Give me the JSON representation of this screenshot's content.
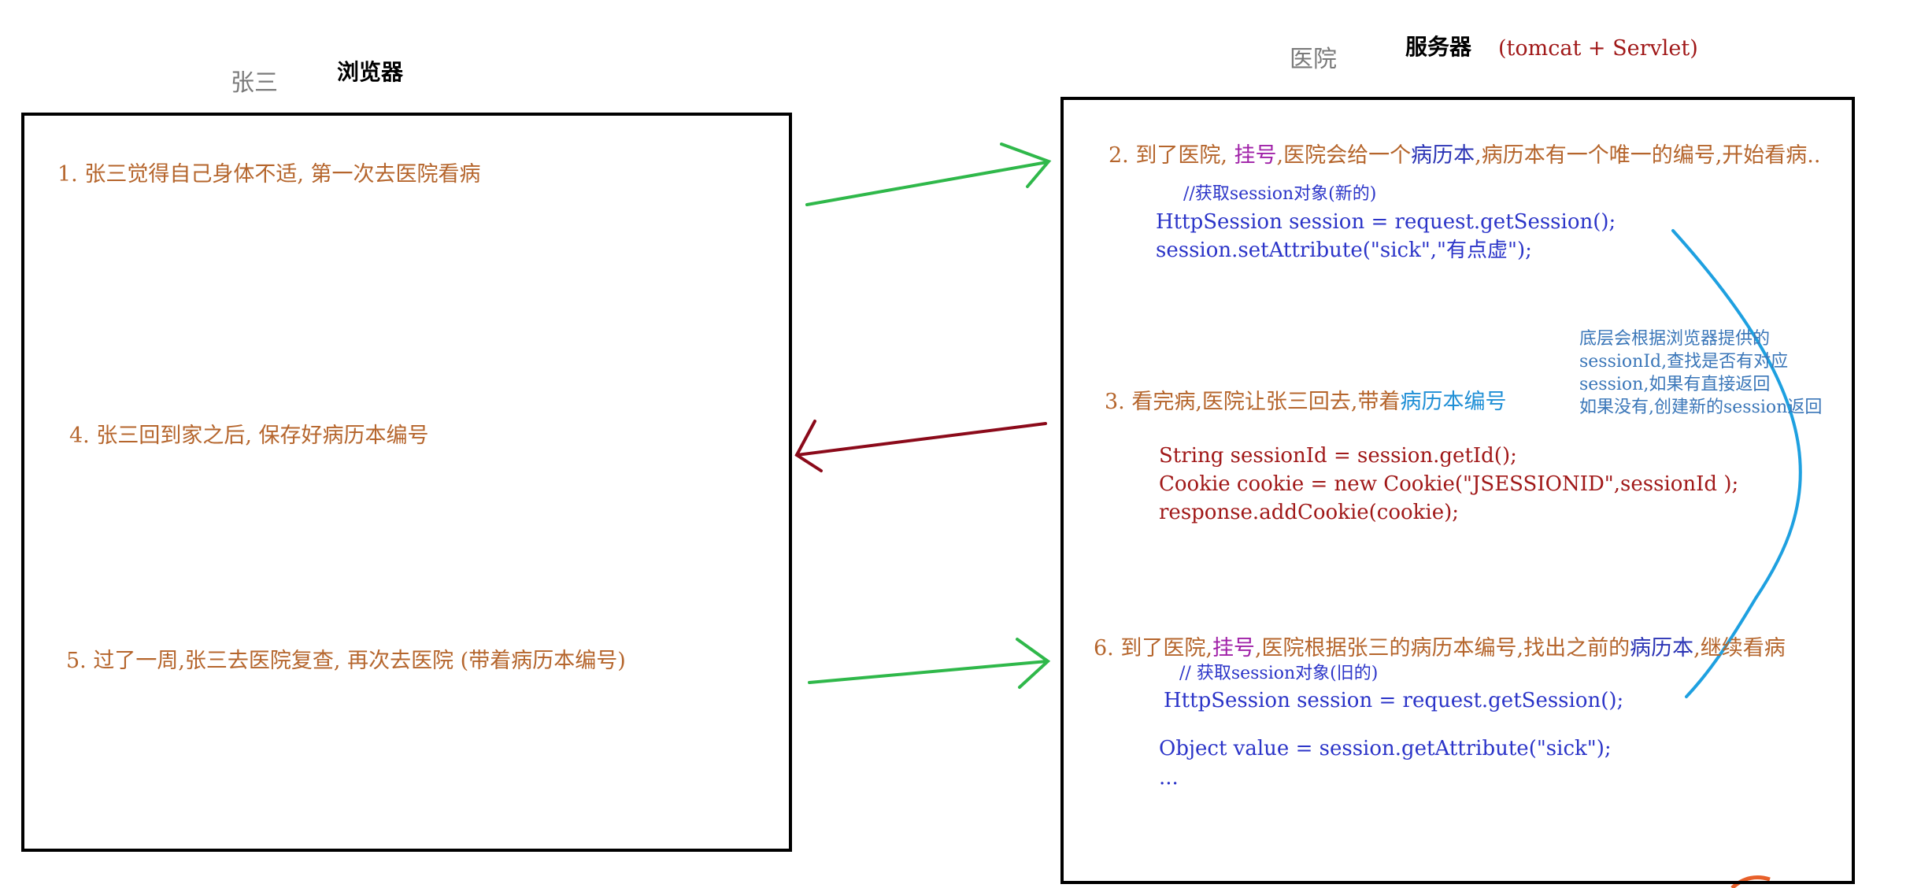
{
  "headers": {
    "client_person": "张三",
    "client_role": "浏览器",
    "server_place": "医院",
    "server_role": "服务器",
    "server_tech": "(tomcat + Servlet)"
  },
  "client_steps": {
    "step1": "1. 张三觉得自己身体不适, 第一次去医院看病",
    "step4": "4. 张三回到家之后, 保存好病历本编号",
    "step5": "5. 过了一周,张三去医院复查, 再次去医院 (带着病历本编号)"
  },
  "server_step2": {
    "p1": "2. 到了医院, ",
    "p2": "挂号",
    "p3": ",医院会给一个",
    "p4": "病历本",
    "p5": ",病历本有一个唯一的编号,开始看病..",
    "comment": "//获取session对象(新的)",
    "code1": "HttpSession  session  = request.getSession();",
    "code2": "session.setAttribute(\"sick\",\"有点虚\");"
  },
  "server_step3": {
    "p1": "3. 看完病,医院让张三回去,带着",
    "p2": "病历本编号",
    "code1": "String sessionId = session.getId();",
    "code2": "Cookie cookie = new Cookie(\"JSESSIONID\",sessionId );",
    "code3": "response.addCookie(cookie);"
  },
  "server_step6": {
    "p1": "6. 到了医院,",
    "p2": "挂号",
    "p3": ",医院根据张三的病历本编号,找出之前的",
    "p4": "病历本",
    "p5": ",继续看病",
    "comment": "// 获取session对象(旧的)",
    "code1": "HttpSession  session  = request.getSession();",
    "code2": "Object value = session.getAttribute(\"sick\");",
    "code3": "..."
  },
  "note": {
    "line1": "底层会根据浏览器提供的",
    "line2": "sessionId,查找是否有对应",
    "line3": "session,如果有直接返回",
    "line4": "如果没有,创建新的session返回"
  },
  "colors": {
    "arrow_green": "#2fb84a",
    "arrow_darkred": "#8b0a1a",
    "curve_blue": "#1ea0e0"
  }
}
